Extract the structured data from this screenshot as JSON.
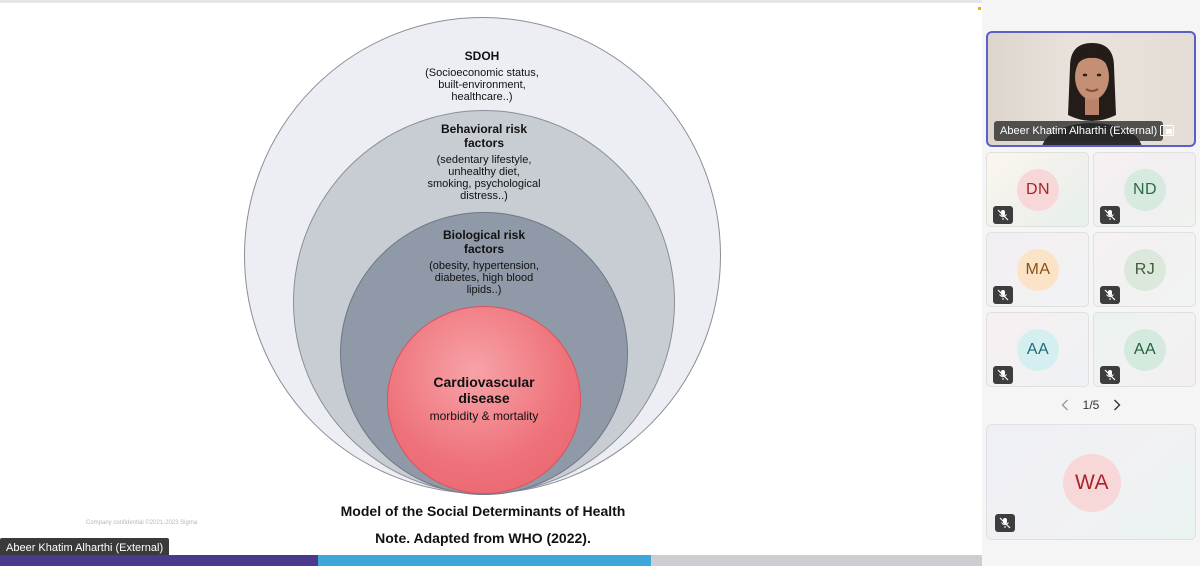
{
  "slide": {
    "diagram": {
      "sdoh": {
        "title": "SDOH",
        "body": [
          "(Socioeconomic status,",
          "built-environment,",
          "healthcare..)"
        ]
      },
      "behavioral": {
        "title": [
          "Behavioral risk",
          "factors"
        ],
        "body": [
          "(sedentary lifestyle,",
          "unhealthy diet,",
          "smoking, psychological",
          "distress..)"
        ]
      },
      "biological": {
        "title": [
          "Biological risk",
          "factors"
        ],
        "body": [
          "(obesity, hypertension,",
          "diabetes, high blood",
          "lipids..)"
        ]
      },
      "cvd": {
        "title": [
          "Cardiovascular",
          "disease"
        ],
        "body": "morbidity & mortality"
      }
    },
    "caption_line1": "Model of the Social Determinants of Health",
    "caption_line2": "Note. Adapted from WHO (2022).",
    "confidential": "Company confidential ©2021-2023 Sigma",
    "presenter_tag": "Abeer Khatim Alharthi (External)"
  },
  "panel": {
    "presenter": {
      "name": "Abeer Khatim Alharthi (External)",
      "share_icon": "screen-share-icon"
    },
    "participants": [
      {
        "initials": "DN",
        "muted": true
      },
      {
        "initials": "ND",
        "muted": true
      },
      {
        "initials": "MA",
        "muted": true
      },
      {
        "initials": "RJ",
        "muted": true
      },
      {
        "initials": "AA",
        "muted": true
      },
      {
        "initials": "AA",
        "muted": true
      }
    ],
    "pager": {
      "label": "1/5",
      "prev_icon": "chevron-left-icon",
      "next_icon": "chevron-right-icon"
    },
    "featured": {
      "initials": "WA",
      "muted": true
    }
  },
  "colors": {
    "accent": "#5b5fc7",
    "bar_purple": "#4b3a8c",
    "bar_blue": "#3ea7d9",
    "bar_gray": "#cdced1",
    "cvd_red": "#ee7078"
  }
}
